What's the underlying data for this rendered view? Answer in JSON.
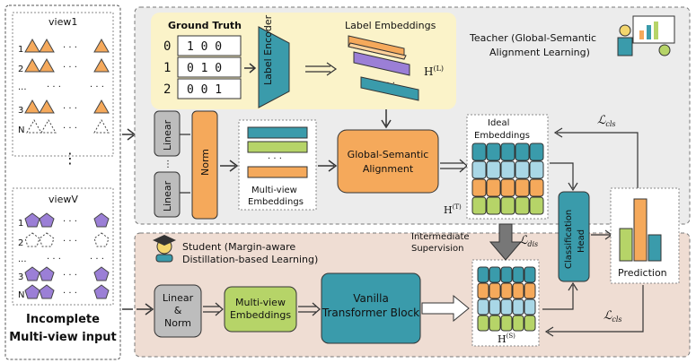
{
  "left_panel": {
    "view1_title": "view1",
    "viewV_title": "viewV",
    "row_labels_view1": [
      "1",
      "2",
      "...",
      "3",
      "N"
    ],
    "row_labels_viewV": [
      "1",
      "2",
      "...",
      "3",
      "N"
    ],
    "dots": "· · ·",
    "vertical_ellipsis": "⋮",
    "caption_line1": "Incomplete",
    "caption_line2": "Multi-view input"
  },
  "teacher": {
    "title_line1": "Teacher (Global-Semantic",
    "title_line2": "Alignment Learning)",
    "ground_truth_label": "Ground Truth",
    "gt_rows": [
      {
        "idx": "0",
        "vec": "1 0 0"
      },
      {
        "idx": "1",
        "vec": "0 1 0"
      },
      {
        "idx": "2",
        "vec": "0 0 1"
      }
    ],
    "label_encoder": "Label Encoder",
    "label_embeddings": "Label Embeddings",
    "h_l": "H",
    "h_l_sup": "(L)",
    "linear1": "Linear",
    "linear2": "Linear",
    "norm": "Norm",
    "multiview_emb_line1": "Multi-view",
    "multiview_emb_line2": "Embeddings",
    "gsa_line1": "Global-Semantic",
    "gsa_line2": "Alignment",
    "ideal_line1": "Ideal",
    "ideal_line2": "Embeddings",
    "h_t": "H",
    "h_t_sup": "(T)",
    "cls_loss": "ℒ",
    "cls_loss_sub": "cls"
  },
  "middle": {
    "intermediate_line1": "Intermediate",
    "intermediate_line2": "Supervision",
    "dis_loss": "ℒ",
    "dis_loss_sub": "dis",
    "classification_head_line1": "Classification",
    "classification_head_line2": "Head",
    "prediction": "Prediction"
  },
  "student": {
    "title_line1": "Student (Margin-aware",
    "title_line2": "Distillation-based Learning)",
    "linear_norm_line1": "Linear",
    "linear_norm_line2": "&",
    "linear_norm_line3": "Norm",
    "multiview_emb_line1": "Multi-view",
    "multiview_emb_line2": "Embeddings",
    "vanilla_line1": "Vanilla",
    "vanilla_line2": "Transformer Block",
    "h_s": "H",
    "h_s_sup": "(S)",
    "cls_loss": "ℒ",
    "cls_loss_sub": "cls"
  },
  "colors": {
    "teacher_bg": "#ececec",
    "student_bg": "#efddd3",
    "gt_bg": "#fbf3c9",
    "orange": "#f5a95b",
    "teal": "#3a9bab",
    "green": "#b6d468",
    "gray": "#bdbdbd",
    "purple": "#9b7fd6",
    "yellow_emb": "#f3d66e"
  }
}
